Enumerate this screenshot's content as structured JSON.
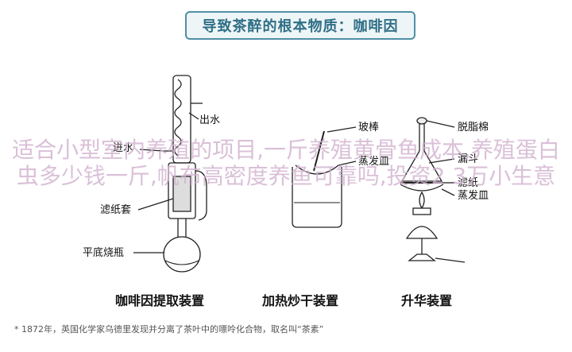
{
  "title": "导致茶醉的根本物质：咖啡因",
  "apparatus_1": {
    "labels": {
      "water_out": "出水",
      "water_in": "进水",
      "filter_paper_sleeve": "滤纸套",
      "flat_bottom_flask": "平底烧瓶"
    },
    "caption": "咖啡因提取装置"
  },
  "apparatus_2": {
    "labels": {
      "glass_rod": "玻棒",
      "evaporating_dish": "蒸发皿"
    },
    "caption": "加热炒干装置"
  },
  "apparatus_3": {
    "labels": {
      "cotton": "脱脂棉",
      "funnel": "漏斗",
      "filter_paper": "滤纸",
      "evaporating_dish": "蒸发皿"
    },
    "caption": "升华装置"
  },
  "watermark": "适合小型室内养殖的项目,一斤养殖黄骨鱼成本,养殖蛋白虫多少钱一斤,帆布高密度养鱼可靠吗,投资2 3万小生意",
  "footnote": "* 1872年，英国化学家乌德里发现并分离了茶叶中的嘌呤化合物，取名叫“茶素”",
  "colors": {
    "banner_border": "#4f8fa6",
    "banner_text": "#2f6f86",
    "watermark": "#d2b2d0"
  }
}
